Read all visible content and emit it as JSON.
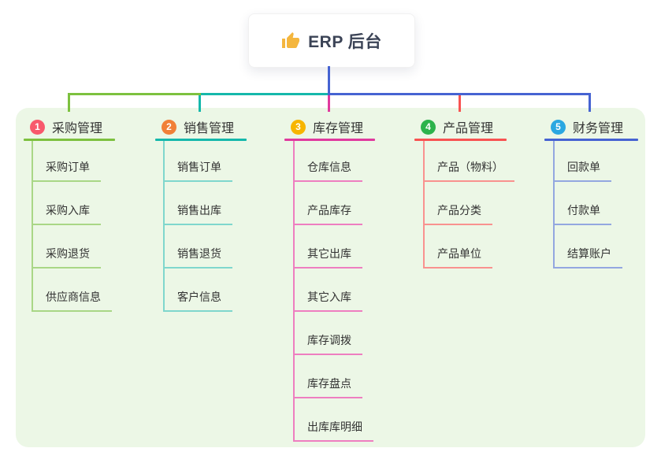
{
  "root": {
    "title": "ERP 后台",
    "icon": "thumbs-up"
  },
  "colors": {
    "canvas_bg": "#ffffff",
    "panel_bg": "#ecf7e6",
    "root_line": "#4663d2",
    "root_text": "#3b4356",
    "node_text": "#333333",
    "icon_yellow": "#f4b63e"
  },
  "branches": [
    {
      "num": "1",
      "title": "采购管理",
      "badge_color": "#f8596c",
      "line_color": "#7dc13f",
      "child_line_color": "#a9d786",
      "children": [
        "采购订单",
        "采购入库",
        "采购退货",
        "供应商信息"
      ]
    },
    {
      "num": "2",
      "title": "销售管理",
      "badge_color": "#f18038",
      "line_color": "#15b8ab",
      "child_line_color": "#7fd7cd",
      "children": [
        "销售订单",
        "销售出库",
        "销售退货",
        "客户信息"
      ]
    },
    {
      "num": "3",
      "title": "库存管理",
      "badge_color": "#f7b500",
      "line_color": "#e03a9e",
      "child_line_color": "#ee7ec0",
      "children": [
        "仓库信息",
        "产品库存",
        "其它出库",
        "其它入库",
        "库存调拨",
        "库存盘点",
        "出库库明细"
      ]
    },
    {
      "num": "4",
      "title": "产品管理",
      "badge_color": "#2db34c",
      "line_color": "#f85352",
      "child_line_color": "#f9928f",
      "children": [
        "产品（物料）",
        "产品分类",
        "产品单位"
      ]
    },
    {
      "num": "5",
      "title": "财务管理",
      "badge_color": "#2aa7e1",
      "line_color": "#4663d2",
      "child_line_color": "#93a7e0",
      "children": [
        "回款单",
        "付款单",
        "结算账户"
      ]
    }
  ]
}
